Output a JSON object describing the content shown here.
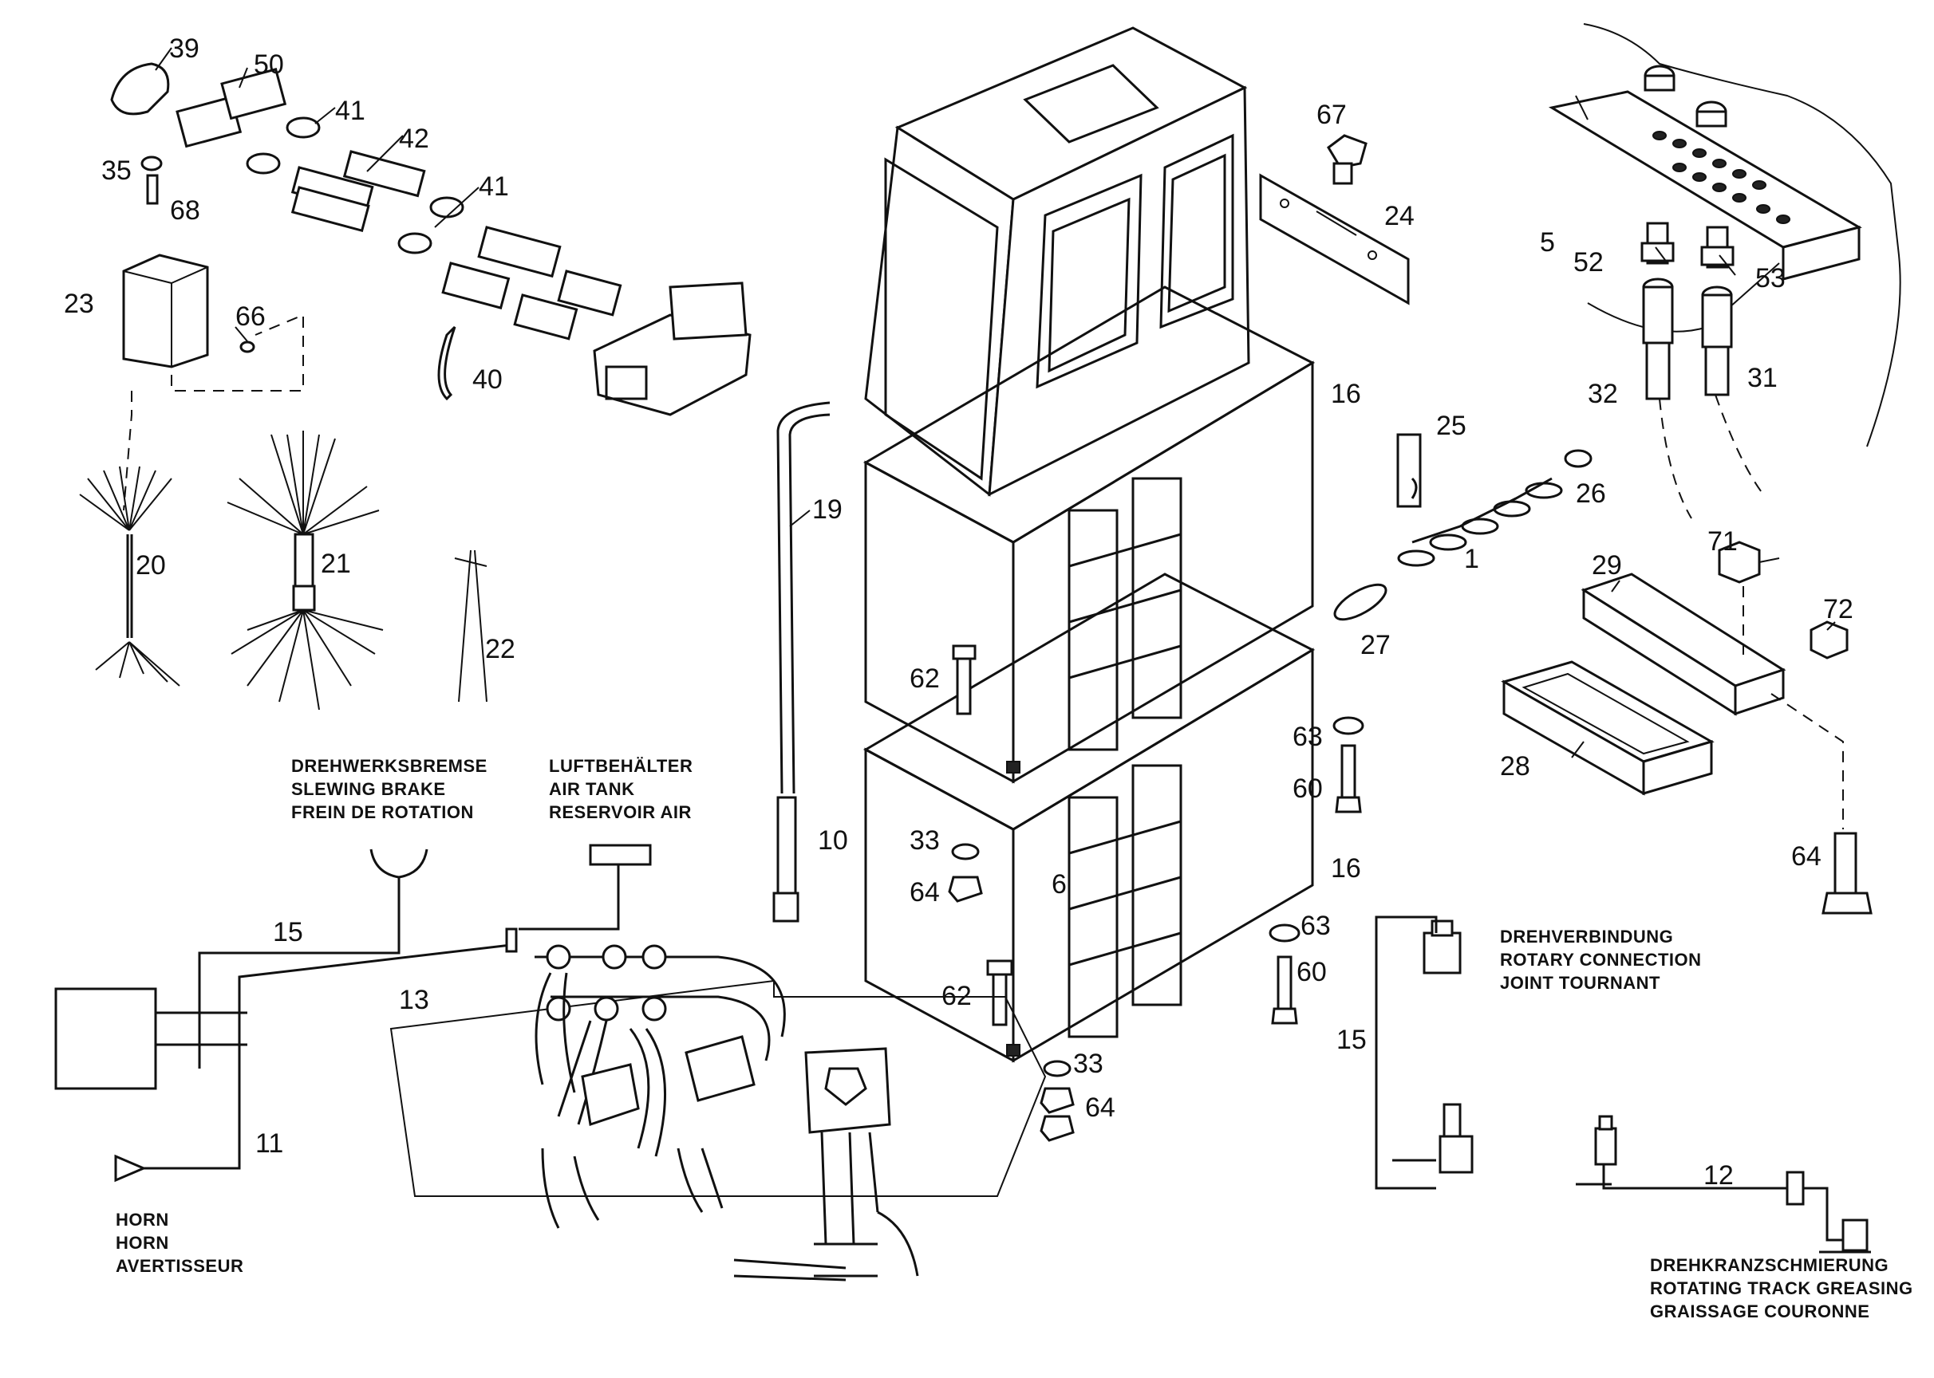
{
  "callouts": [
    "39",
    "50",
    "41",
    "42",
    "41",
    "35",
    "68",
    "23",
    "66",
    "40",
    "20",
    "21",
    "22",
    "19",
    "10",
    "67",
    "24",
    "16",
    "25",
    "26",
    "1",
    "27",
    "62",
    "63",
    "60",
    "33",
    "64",
    "6",
    "16",
    "63",
    "60",
    "62",
    "33",
    "64",
    "5",
    "52",
    "53",
    "32",
    "31",
    "71",
    "29",
    "72",
    "28",
    "64",
    "15",
    "13",
    "11",
    "15",
    "12"
  ],
  "captions": {
    "slewing_brake": [
      "DREHWERKSBREMSE",
      "SLEWING BRAKE",
      "FREIN DE ROTATION"
    ],
    "air_tank": [
      "LUFTBEHÄLTER",
      "AIR TANK",
      "RESERVOIR AIR"
    ],
    "horn": [
      "HORN",
      "HORN",
      "AVERTISSEUR"
    ],
    "rotary_connection": [
      "DREHVERBINDUNG",
      "ROTARY CONNECTION",
      "JOINT TOURNANT"
    ],
    "track_greasing": [
      "DREHKRANZSCHMIERUNG",
      "ROTATING TRACK GREASING",
      "GRAISSAGE COURONNE"
    ]
  }
}
